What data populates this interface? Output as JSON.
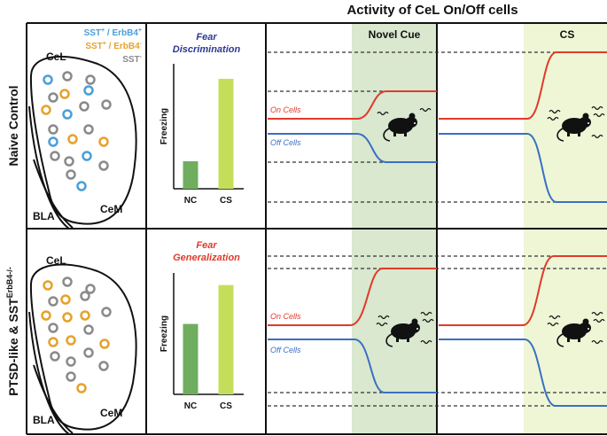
{
  "title": "Activity of CeL On/Off cells",
  "legend": {
    "erbb4_pos": {
      "main": "SST",
      "sup1": "+",
      "mid": " / ErbB4",
      "sup2": "+",
      "color": "#4a9fd9"
    },
    "erbb4_neg": {
      "main": "SST",
      "sup1": "+",
      "mid": " / ErbB4",
      "sup2": "-",
      "color": "#e5a22b"
    },
    "sst_neg": {
      "main": "SST",
      "sup1": "-",
      "color": "#8a8a8a"
    }
  },
  "rows": [
    {
      "row_label": "Naive Control",
      "cel_label": "CeL",
      "bla_label": "BLA",
      "cem_label": "CeM",
      "behavior_title_line1": "Fear",
      "behavior_title_line2": "Discrimination",
      "behavior_title_color": "#2b3990",
      "ylabel": "Freezing",
      "categories": [
        "NC",
        "CS"
      ],
      "values": [
        0.22,
        0.88
      ],
      "novel_cue_label": "Novel Cue",
      "cs_label": "CS",
      "on_cells_label": "On Cells",
      "off_cells_label": "Off Cells"
    },
    {
      "row_label": "PTSD-like & SST",
      "row_label_sup": "ErbB4-/-",
      "cel_label": "CeL",
      "bla_label": "BLA",
      "cem_label": "CeM",
      "behavior_title_line1": "Fear",
      "behavior_title_line2": "Generalization",
      "behavior_title_color": "#e03a2a",
      "ylabel": "Freezing",
      "categories": [
        "NC",
        "CS"
      ],
      "values": [
        0.58,
        0.9
      ],
      "on_cells_label": "On Cells",
      "off_cells_label": "Off Cells"
    }
  ],
  "colors": {
    "on_cells": "#e03a2a",
    "off_cells": "#3a6fc4",
    "nc_bar": "#6fae5f",
    "cs_bar": "#c5de5a",
    "novel_cue_bg": "#d9e8cf",
    "cs_bg": "#eef6d6"
  },
  "chart_data": [
    {
      "type": "bar",
      "title": "Fear Discrimination",
      "categories": [
        "NC",
        "CS"
      ],
      "values": [
        0.22,
        0.88
      ],
      "ylabel": "Freezing",
      "xlabel": ""
    },
    {
      "type": "bar",
      "title": "Fear Generalization",
      "categories": [
        "NC",
        "CS"
      ],
      "values": [
        0.58,
        0.9
      ],
      "ylabel": "Freezing",
      "xlabel": ""
    }
  ]
}
